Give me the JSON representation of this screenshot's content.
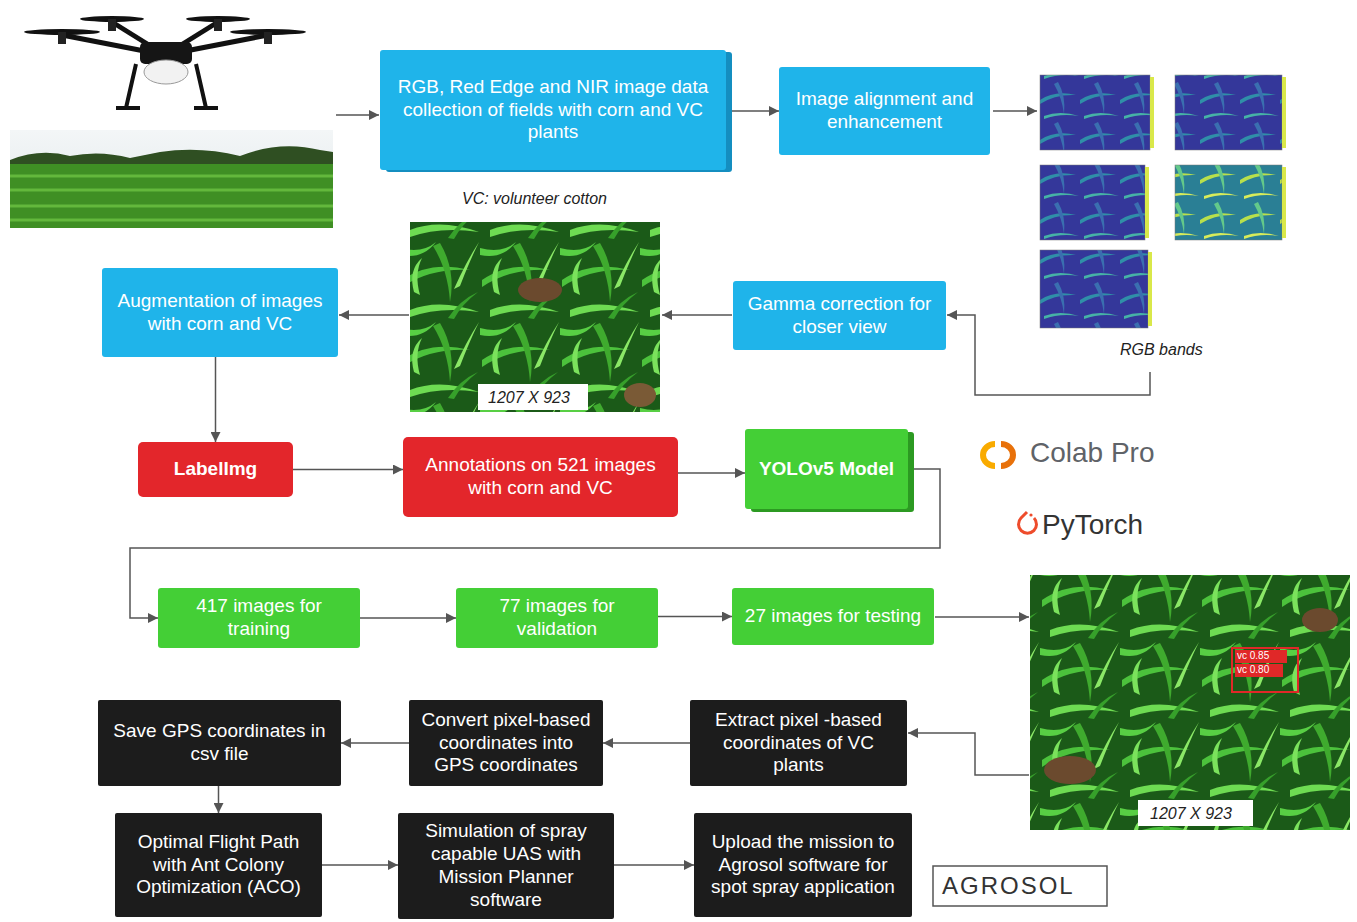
{
  "diagram": {
    "nodes": [
      {
        "text": [
          "RGB, Red Edge and NIR image data collection of fields with corn and VC plants"
        ]
      },
      {
        "text": [
          "Image alignment and enhancement"
        ]
      },
      {
        "text": [
          "Gamma correction for closer view"
        ]
      },
      {
        "text": [
          "Augmentation of images with corn and VC"
        ]
      },
      {
        "text": [
          "LabelImg"
        ]
      },
      {
        "text": [
          "Annotations on 521 images with corn and VC"
        ]
      },
      {
        "text": [
          "YOLOv5 Model"
        ]
      },
      {
        "text": [
          "417 images for training"
        ]
      },
      {
        "text": [
          "77 images for validation"
        ]
      },
      {
        "text": [
          "27 images for testing"
        ]
      },
      {
        "text": [
          "Extract pixel -based coordinates of VC plants"
        ]
      },
      {
        "text": [
          "Convert pixel-based coordinates into GPS coordinates"
        ]
      },
      {
        "text": [
          "Save GPS coordinates in csv file"
        ]
      },
      {
        "text": [
          "Optimal Flight Path with Ant Colony Optimization (ACO)"
        ]
      },
      {
        "text": [
          "Simulation of spray capable UAS with Mission Planner software"
        ]
      },
      {
        "text": [
          "Upload the mission to Agrosol software for spot spray application"
        ]
      }
    ],
    "edges": [
      {
        "from": 0,
        "to": 1,
        "arrow": "to"
      },
      {
        "from": 3,
        "to": 4,
        "arrow": "to"
      },
      {
        "from": 4,
        "to": 5,
        "arrow": "to"
      },
      {
        "from": 5,
        "to": 6,
        "arrow": "to"
      },
      {
        "from": 6,
        "to": 7,
        "arrow": "to"
      },
      {
        "from": 7,
        "to": 8,
        "arrow": "to"
      },
      {
        "from": 8,
        "to": 9,
        "arrow": "to"
      },
      {
        "from": 10,
        "to": 11,
        "arrow": "to"
      },
      {
        "from": 11,
        "to": 12,
        "arrow": "to"
      },
      {
        "from": 12,
        "to": 13,
        "arrow": "to"
      },
      {
        "from": 13,
        "to": 14,
        "arrow": "to"
      },
      {
        "from": 14,
        "to": 15,
        "arrow": "to"
      }
    ],
    "labels": [
      "VC: volunteer cotton",
      "RGB bands",
      "1207 X 923",
      "1207 X 923",
      "Colab Pro",
      "PyTorch",
      "vc 0.85",
      "vc 0.80",
      "AGROSOL"
    ]
  }
}
